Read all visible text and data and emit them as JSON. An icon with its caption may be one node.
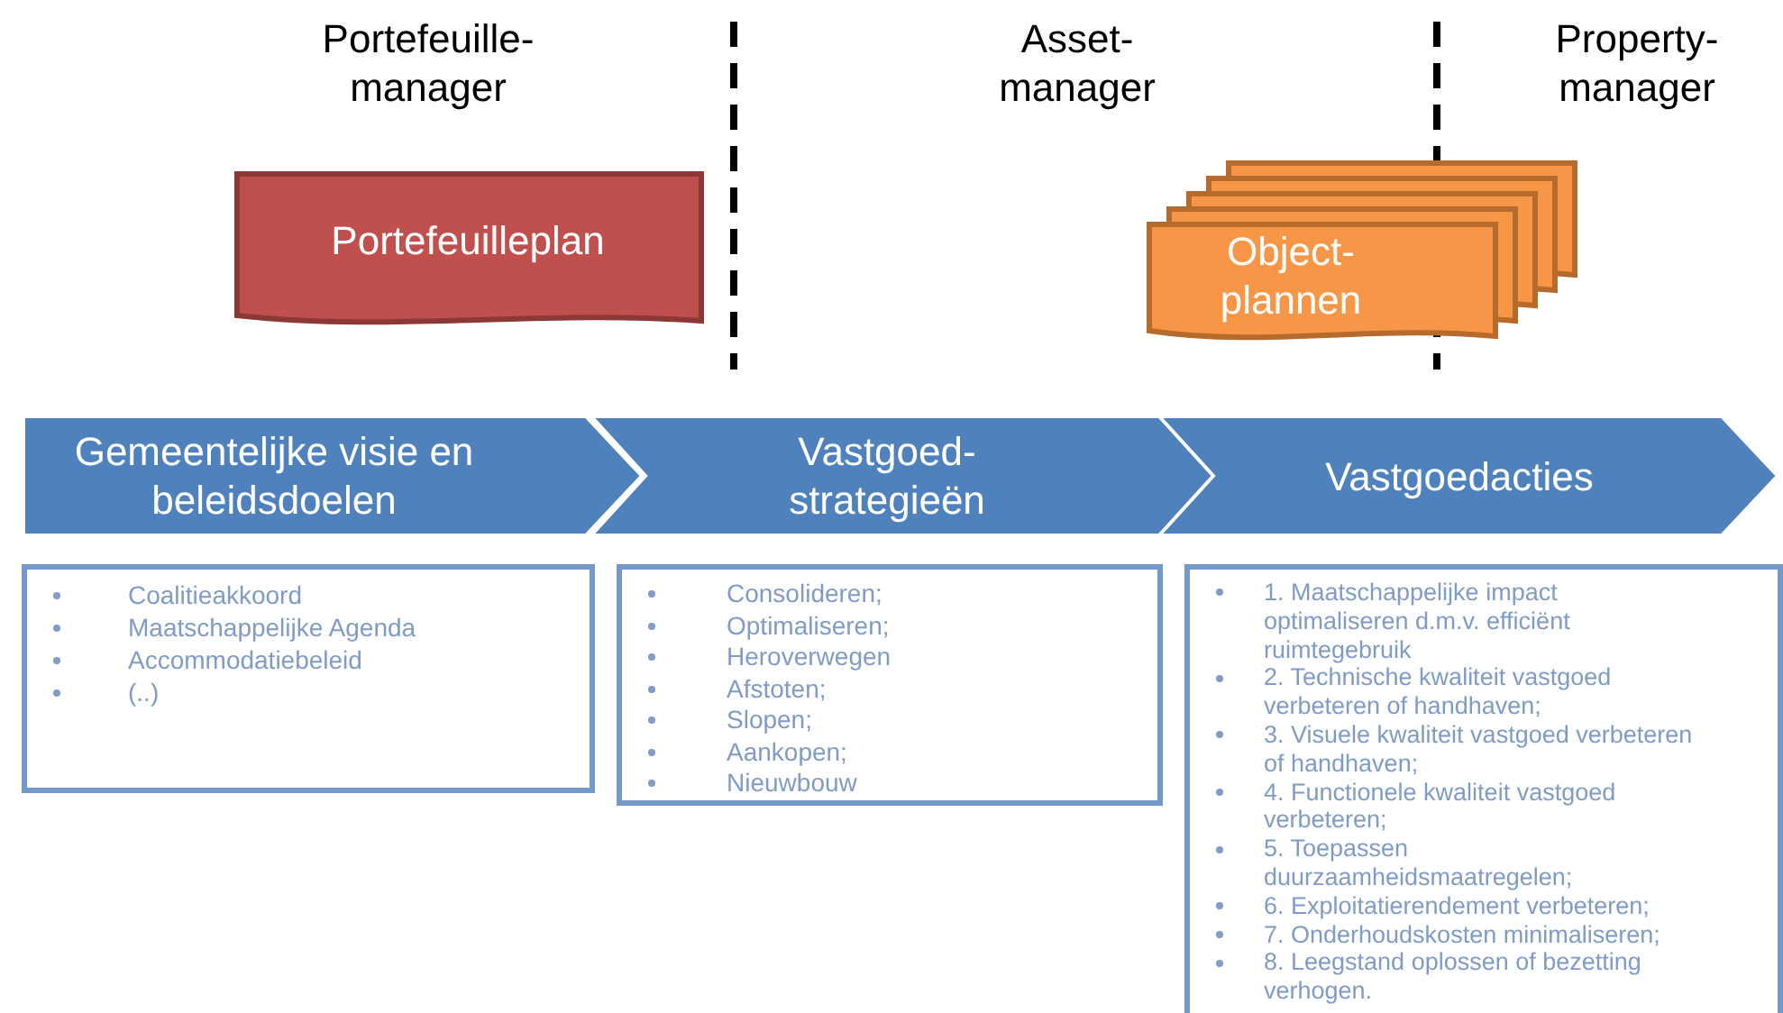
{
  "diagram": {
    "nodes": [
      {
        "text": [
          "Portefeuilleplan"
        ]
      },
      {
        "text": [
          "Object- plannen"
        ]
      },
      {
        "text": [
          "Gemeentelijke visie en beleidsdoelen"
        ]
      },
      {
        "text": [
          "Vastgoed- strategieën"
        ]
      },
      {
        "text": [
          "Vastgoedacties"
        ]
      },
      {
        "text": [
          "Coalitieakkoord",
          "Maatschappelijke Agenda",
          "Accommodatiebeleid",
          "(..)"
        ]
      },
      {
        "text": [
          "Consolideren;",
          "Optimaliseren;",
          "Heroverwegen",
          "Afstoten;",
          "Slopen;",
          "Aankopen;",
          "Nieuwbouw"
        ]
      },
      {
        "text": [
          "1. Maatschappelijke impact optimaliseren d.m.v. efficiënt ruimtegebruik",
          "2. Technische kwaliteit vastgoed verbeteren of handhaven;",
          "3. Visuele kwaliteit vastgoed verbeteren of handhaven;",
          "4. Functionele kwaliteit vastgoed verbeteren;",
          "5. Toepassen duurzaamheidsmaatregelen;",
          "6. Exploitatierendement  verbeteren;",
          "7. Onderhoudskosten minimaliseren;",
          "8. Leegstand oplossen of bezetting verhogen."
        ]
      }
    ],
    "labels": [
      "Portefeuille- manager",
      "Asset- manager",
      "Property- manager"
    ]
  }
}
